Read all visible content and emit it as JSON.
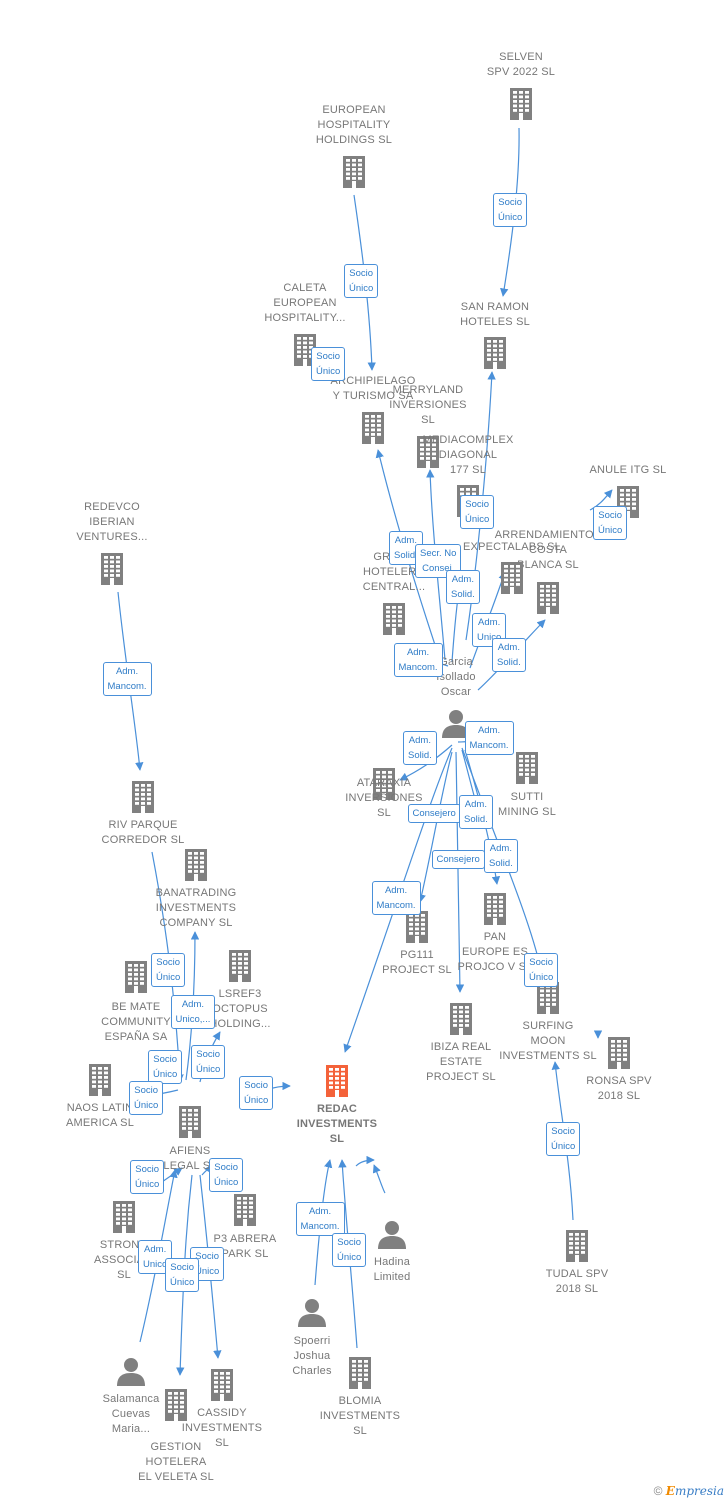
{
  "colors": {
    "edge": "#4a90d9",
    "node": "#808080",
    "focus": "#f4623a"
  },
  "nodes": [
    {
      "id": "selven",
      "label": "SELVEN\nSPV 2022  SL",
      "type": "company"
    },
    {
      "id": "ehh",
      "label": "EUROPEAN\nHOSPITALITY\nHOLDINGS  SL",
      "type": "company"
    },
    {
      "id": "caleta",
      "label": "CALETA\nEUROPEAN\nHOSPITALITY...",
      "type": "company"
    },
    {
      "id": "sanramon",
      "label": "SAN RAMON\nHOTELES SL",
      "type": "company"
    },
    {
      "id": "archipielago",
      "label": "ARCHIPIELAGO\nY TURISMO SA",
      "type": "company"
    },
    {
      "id": "merryland",
      "label": "MERRYLAND\nINVERSIONES\nSL",
      "type": "company"
    },
    {
      "id": "mediacomplex",
      "label": "MEDIACOMPLEX\nDIAGONAL\n177  SL",
      "type": "company"
    },
    {
      "id": "anule",
      "label": "ANULE ITG  SL",
      "type": "company"
    },
    {
      "id": "redevco",
      "label": "REDEVCO\nIBERIAN\nVENTURES...",
      "type": "company"
    },
    {
      "id": "arrendamientos",
      "label": "ARRENDAMIENTOS\nCOSTA\nBLANCA SL",
      "type": "company"
    },
    {
      "id": "expectalabs",
      "label": "EXPECTALABS SL",
      "type": "company"
    },
    {
      "id": "grupo",
      "label": "GRUPO\nHOTELERO\nCENTRAL...",
      "type": "company"
    },
    {
      "id": "garcia",
      "label": "Garcia\nIsollado\nOscar",
      "type": "person"
    },
    {
      "id": "rivparque",
      "label": "RIV PARQUE\nCORREDOR  SL",
      "type": "company"
    },
    {
      "id": "ataraxia",
      "label": "ATARAXIA\nINVERSIONES\nSL",
      "type": "company"
    },
    {
      "id": "sutti",
      "label": "SUTTI\nMINING SL",
      "type": "company"
    },
    {
      "id": "banatrading",
      "label": "BANATRADING\nINVESTMENTS\nCOMPANY  SL",
      "type": "company"
    },
    {
      "id": "paneurope",
      "label": "PAN\nEUROPE ES\nPROJCO V SL",
      "type": "company"
    },
    {
      "id": "pg111",
      "label": "PG111\nPROJECT  SL",
      "type": "company"
    },
    {
      "id": "bemate",
      "label": "BE MATE\nCOMMUNITY\nESPAÑA SA",
      "type": "company"
    },
    {
      "id": "lsref3",
      "label": "LSREF3\nOCTOPUS\nHOLDING...",
      "type": "company"
    },
    {
      "id": "surfing",
      "label": "SURFING\nMOON\nINVESTMENTS SL",
      "type": "company"
    },
    {
      "id": "ibiza",
      "label": "IBIZA REAL\nESTATE\nPROJECT  SL",
      "type": "company"
    },
    {
      "id": "ronsa",
      "label": "RONSA SPV\n2018  SL",
      "type": "company"
    },
    {
      "id": "redac",
      "label": "REDAC\nINVESTMENTS\nSL",
      "type": "focus"
    },
    {
      "id": "naos",
      "label": "NAOS LATIN\nAMERICA  SL",
      "type": "company"
    },
    {
      "id": "afiens",
      "label": "AFIENS\nLEGAL  SL",
      "type": "company"
    },
    {
      "id": "hadina",
      "label": "Hadina\nLimited",
      "type": "person"
    },
    {
      "id": "strong",
      "label": "STRONG\nASSOCIA...\nSL",
      "type": "company"
    },
    {
      "id": "p3abrera",
      "label": "P3 ABRERA\nPARK  SL",
      "type": "company"
    },
    {
      "id": "tudal",
      "label": "TUDAL SPV\n2018  SL",
      "type": "company"
    },
    {
      "id": "spoerri",
      "label": "Spoerri\nJoshua\nCharles",
      "type": "person"
    },
    {
      "id": "salamanca",
      "label": "Salamanca\nCuevas\nMaria...",
      "type": "person"
    },
    {
      "id": "blomia",
      "label": "BLOMIA\nINVESTMENTS\nSL",
      "type": "company"
    },
    {
      "id": "cassidy",
      "label": "CASSIDY\nINVESTMENTS\nSL",
      "type": "company"
    },
    {
      "id": "gestion",
      "label": "GESTION\nHOTELERA\nEL VELETA  SL",
      "type": "company"
    }
  ],
  "edge_labels": [
    {
      "id": "e1",
      "text": "Socio\nÚnico"
    },
    {
      "id": "e2",
      "text": "Socio\nÚnico"
    },
    {
      "id": "e3",
      "text": "Socio\nÚnico"
    },
    {
      "id": "e4",
      "text": "Socio\nÚnico"
    },
    {
      "id": "e5",
      "text": "Adm.\nMancom."
    },
    {
      "id": "e6",
      "text": "Socio\nÚnico"
    },
    {
      "id": "e7",
      "text": "Adm.\nSolid."
    },
    {
      "id": "e8",
      "text": "Secr.  No\nConsej."
    },
    {
      "id": "e9",
      "text": "Adm.\nSolid."
    },
    {
      "id": "e10",
      "text": "Adm.\nUnico"
    },
    {
      "id": "e11",
      "text": "Adm.\nSolid."
    },
    {
      "id": "e12",
      "text": "Adm.\nMancom."
    },
    {
      "id": "e13",
      "text": "Adm.\nSolid."
    },
    {
      "id": "e14",
      "text": "Adm.\nMancom."
    },
    {
      "id": "e15",
      "text": "Consejero"
    },
    {
      "id": "e16",
      "text": "Adm.\nSolid."
    },
    {
      "id": "e17",
      "text": "Consejero"
    },
    {
      "id": "e18",
      "text": "Adm.\nSolid."
    },
    {
      "id": "e19",
      "text": "Adm.\nMancom."
    },
    {
      "id": "e20",
      "text": "Socio\nÚnico"
    },
    {
      "id": "e21",
      "text": "Socio\nÚnico"
    },
    {
      "id": "e22",
      "text": "Adm.\nUnico,..."
    },
    {
      "id": "e23",
      "text": "Socio\nÚnico"
    },
    {
      "id": "e24",
      "text": "Socio\nÚnico"
    },
    {
      "id": "e25",
      "text": "Socio\nÚnico"
    },
    {
      "id": "e26",
      "text": "Socio\nÚnico"
    },
    {
      "id": "e27",
      "text": "Socio\nÚnico"
    },
    {
      "id": "e28",
      "text": "Adm.\nUnico"
    },
    {
      "id": "e29",
      "text": "Socio\nÚnico"
    },
    {
      "id": "e30",
      "text": "Socio\nÚnico"
    },
    {
      "id": "e31",
      "text": "Socio\nÚnico"
    },
    {
      "id": "e32",
      "text": "Socio\nÚnico"
    },
    {
      "id": "e33",
      "text": "Adm.\nMancom."
    },
    {
      "id": "e34",
      "text": "Socio\nÚnico"
    }
  ],
  "watermark": {
    "symbol": "©",
    "brand_first": "E",
    "brand_rest": "mpresia"
  }
}
